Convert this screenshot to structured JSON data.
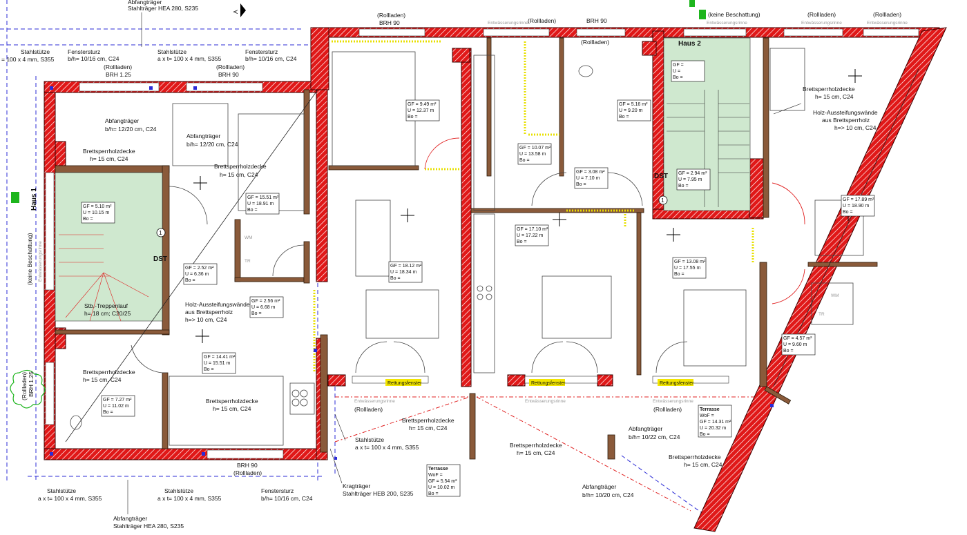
{
  "labels": {
    "abfang_top_left": "Abfangträger",
    "abfang_top_left_2": "Stahlträger HEA 280, S235",
    "stahlstuetze_tl": "Stahlstütze",
    "stahlstuetze_tl_2": "= 100 x 4 mm, S355",
    "fenstersturz_1": "Fenstersturz",
    "fenstersturz_1b": "b/h= 10/16 cm, C24",
    "stahlstuetze_2": "Stahlstütze",
    "stahlstuetze_2b": "a x t= 100 x 4 mm, S355",
    "fenstersturz_2": "Fenstersturz",
    "fenstersturz_2b": "b/h= 10/16 cm, C24",
    "rollladen_a": "(Rollladen)",
    "brh_125": "BRH 1.25",
    "rollladen_b": "(Rollladen)",
    "brh_90_b": "BRH 90",
    "rollladen_top": "(Rollladen)",
    "brh_90_top": "BRH 90",
    "rollladen_mid": "(Rollladen)",
    "brh_90_mid": "BRH 90",
    "rollladen_c": "(Rollladen)",
    "keine_besch_top": "(keine Beschattung)",
    "rollladen_r1": "(Rollladen)",
    "rollladen_r2": "(Rollladen)",
    "entw_1": "Entwässerungsrinne",
    "entw_2": "Entwässerungsrinne",
    "entw_3": "Entwässerungsrinne",
    "entw_4": "Entwässerungsrinne",
    "entw_5": "Entwässerungsrinne",
    "entw_6": "Entwässerungsrinne",
    "entw_7": "Entwässerungsrinne",
    "haus2": "Haus 2",
    "haus1": "Haus 1",
    "abfang_1": "Abfangträger",
    "abfang_1b": "b/h= 12/20 cm, C24",
    "abfang_2": "Abfangträger",
    "abfang_2b": "b/h= 12/20 cm, C24",
    "bsp_1": "Brettsperrholzdecke",
    "bsp_1b": "h= 15 cm, C24",
    "bsp_2": "Brettsperrholzdecke",
    "bsp_2b": "h= 15 cm, C24",
    "bsp_r": "Brettsperrholzdecke",
    "bsp_rb": "h= 15 cm, C24",
    "holz_r": "Holz-Aussteifungswände",
    "holz_rb": "aus Brettsperrholz",
    "holz_rc": "h=> 10 cm, C24",
    "dst_1": "DST",
    "dst_2": "DST",
    "wm_1": "WM",
    "tr_1": "TR",
    "wm_2": "WM",
    "tr_2": "TR",
    "holz_m": "Holz-Aussteifungswände",
    "holz_mb": "aus Brettsperrholz",
    "holz_mc": "h=> 10 cm, C24",
    "stb_treppe": "Stb.-Treppenlauf",
    "stb_treppe_b": "h= 18 cm; C20/25",
    "keine_besch_left": "(keine Beschattung)",
    "entw_left": "Entwässerungsrinne",
    "bsp_3": "Brettsperrholzdecke",
    "bsp_3b": "h= 15 cm, C24",
    "bsp_4": "Brettsperrholzdecke",
    "bsp_4b": "h= 15 cm, C24",
    "rollladen_left": "(Rollladen)",
    "brh_125_left": "BRH 1.25",
    "rettung_1": "Rettungsfenster",
    "rettung_2": "Rettungsfenster",
    "rettung_3": "Rettungsfenster",
    "rollladen_d": "(Rollladen)",
    "rollladen_e": "(Rollladen)",
    "bsp_5": "Brettsperrholzdecke",
    "bsp_5b": "h= 15 cm, C24",
    "bsp_6": "Brettsperrholzdecke",
    "bsp_6b": "h= 15 cm, C24",
    "bsp_7": "Brettsperrholzdecke",
    "bsp_7b": "h= 15 cm, C24",
    "abfang_3": "Abfangträger",
    "abfang_3b": "b/h= 10/22 cm, C24",
    "abfang_4": "Abfangträger",
    "abfang_4b": "b/h= 10/20 cm, C24",
    "stahlstuetze_m": "Stahlstütze",
    "stahlstuetze_mb": "a x t= 100 x 4 mm, S355",
    "brh_90_bot": "BRH 90",
    "rollladen_bot": "(Rollladen)",
    "stahlstuetze_b1": "Stahlstütze",
    "stahlstuetze_b1b": "a x t= 100 x 4 mm, S355",
    "stahlstuetze_b2": "Stahlstütze",
    "stahlstuetze_b2b": "a x t= 100 x 4 mm, S355",
    "fenstersturz_b": "Fenstersturz",
    "fenstersturz_bb": "b/h= 10/16 cm, C24",
    "kragtraeger": "Kragträger",
    "kragtraeger_b": "Stahlträger HEB 200, S235",
    "abfang_bot": "Abfangträger",
    "abfang_bot_b": "Stahlträger HEA 280, S235",
    "section_a": "A",
    "circle_1a": "1",
    "circle_1b": "1"
  },
  "room_boxes": [
    {
      "gf": "GF =  9.49 m²",
      "u": "U =    12.37 m",
      "bo": "Bo ="
    },
    {
      "gf": "GF =  10.07 m²",
      "u": "U =    13.58 m",
      "bo": "Bo ="
    },
    {
      "gf": "GF =  5.16 m²",
      "u": "U =    9.20 m",
      "bo": "Bo ="
    },
    {
      "gf": "GF =",
      "u": "U =",
      "bo": "Bo ="
    },
    {
      "gf": "GF =  3.08 m²",
      "u": "U =    7.10 m",
      "bo": "Bo ="
    },
    {
      "gf": "GF =  2.94 m²",
      "u": "U =    7.95 m",
      "bo": "Bo ="
    },
    {
      "gf": "GF =  17.89 m²",
      "u": "U =    18.90 m",
      "bo": "Bo ="
    },
    {
      "gf": "GF =  5.10 m²",
      "u": "U =    10.15 m",
      "bo": "Bo ="
    },
    {
      "gf": "GF =  15.51 m²",
      "u": "U =    18.91 m",
      "bo": "Bo ="
    },
    {
      "gf": "GF =  17.10 m²",
      "u": "U =    17.22 m",
      "bo": "Bo ="
    },
    {
      "gf": "GF =  13.08 m²",
      "u": "U =    17.55 m",
      "bo": "Bo ="
    },
    {
      "gf": "GF =  18.12 m²",
      "u": "U =    18.34 m",
      "bo": "Bo ="
    },
    {
      "gf": "GF =  2.52 m²",
      "u": "U =    6.36 m",
      "bo": "Bo ="
    },
    {
      "gf": "GF =  2.56 m²",
      "u": "U =    6.68 m",
      "bo": "Bo ="
    },
    {
      "gf": "GF =  14.41 m²",
      "u": "U =    15.51 m",
      "bo": "Bo ="
    },
    {
      "gf": "GF =  7.27 m²",
      "u": "U =    11.02 m",
      "bo": "Bo ="
    },
    {
      "gf": "GF =  4.57 m²",
      "u": "U =    9.60 m",
      "bo": "Bo ="
    }
  ],
  "terrace_boxes": [
    {
      "title": "Terrasse",
      "wof": "WoF =",
      "gf": "GF =  14.31 m²",
      "u": "U =    20.32 m",
      "bo": "Bo ="
    },
    {
      "title": "Terrasse",
      "wof": "WoF =",
      "gf": "GF =  5.54 m²",
      "u": "U =    10.02 m",
      "bo": "Bo ="
    }
  ],
  "colors": {
    "wall_red": "#e01818",
    "wall_dark": "#3a0000",
    "stair_green": "#cfe8cf",
    "accent_yellow": "#f3e600",
    "dash_blue": "#2b2bd6",
    "dash_red": "#e02020"
  }
}
